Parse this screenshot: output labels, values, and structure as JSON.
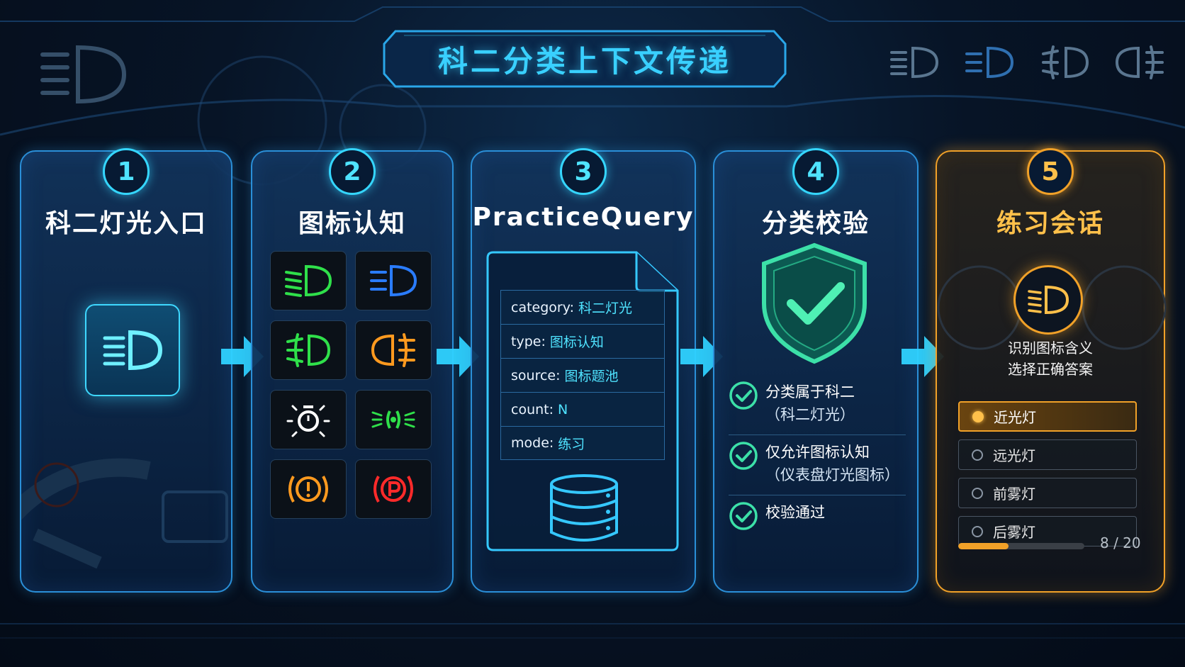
{
  "title": "科二分类上下文传递",
  "colors": {
    "accent_cyan": "#35d6ff",
    "accent_gold": "#f1a128",
    "panel_border": "#2a8fd8"
  },
  "steps": [
    {
      "number": "1",
      "title": "科二灯光入口",
      "icon": "low-beam-icon"
    },
    {
      "number": "2",
      "title": "图标认知",
      "icons": [
        "low-beam-icon-green",
        "high-beam-icon-blue",
        "front-fog-icon-green",
        "rear-fog-icon-orange",
        "engine-light-icon-white",
        "side-light-icon-green",
        "brake-warning-icon-orange",
        "parking-brake-icon-red"
      ]
    },
    {
      "number": "3",
      "title": "PracticeQuery",
      "fields": [
        {
          "key": "category:",
          "value": "科二灯光"
        },
        {
          "key": "type:",
          "value": "图标认知"
        },
        {
          "key": "source:",
          "value": "图标题池"
        },
        {
          "key": "count:",
          "value": "N"
        },
        {
          "key": "mode:",
          "value": "练习"
        }
      ],
      "icon": "database-icon"
    },
    {
      "number": "4",
      "title": "分类校验",
      "checks": [
        {
          "text": "分类属于科二",
          "sub": "（科二灯光）"
        },
        {
          "text": "仅允许图标认知",
          "sub": "（仪表盘灯光图标）"
        },
        {
          "text": "校验通过",
          "sub": ""
        }
      ]
    },
    {
      "number": "5",
      "title": "练习会话",
      "instruction_line1": "识别图标含义",
      "instruction_line2": "选择正确答案",
      "options": [
        "近光灯",
        "远光灯",
        "前雾灯",
        "后雾灯"
      ],
      "selected_index": 0,
      "progress_text": "8 / 20",
      "progress_fraction": 0.4
    }
  ]
}
